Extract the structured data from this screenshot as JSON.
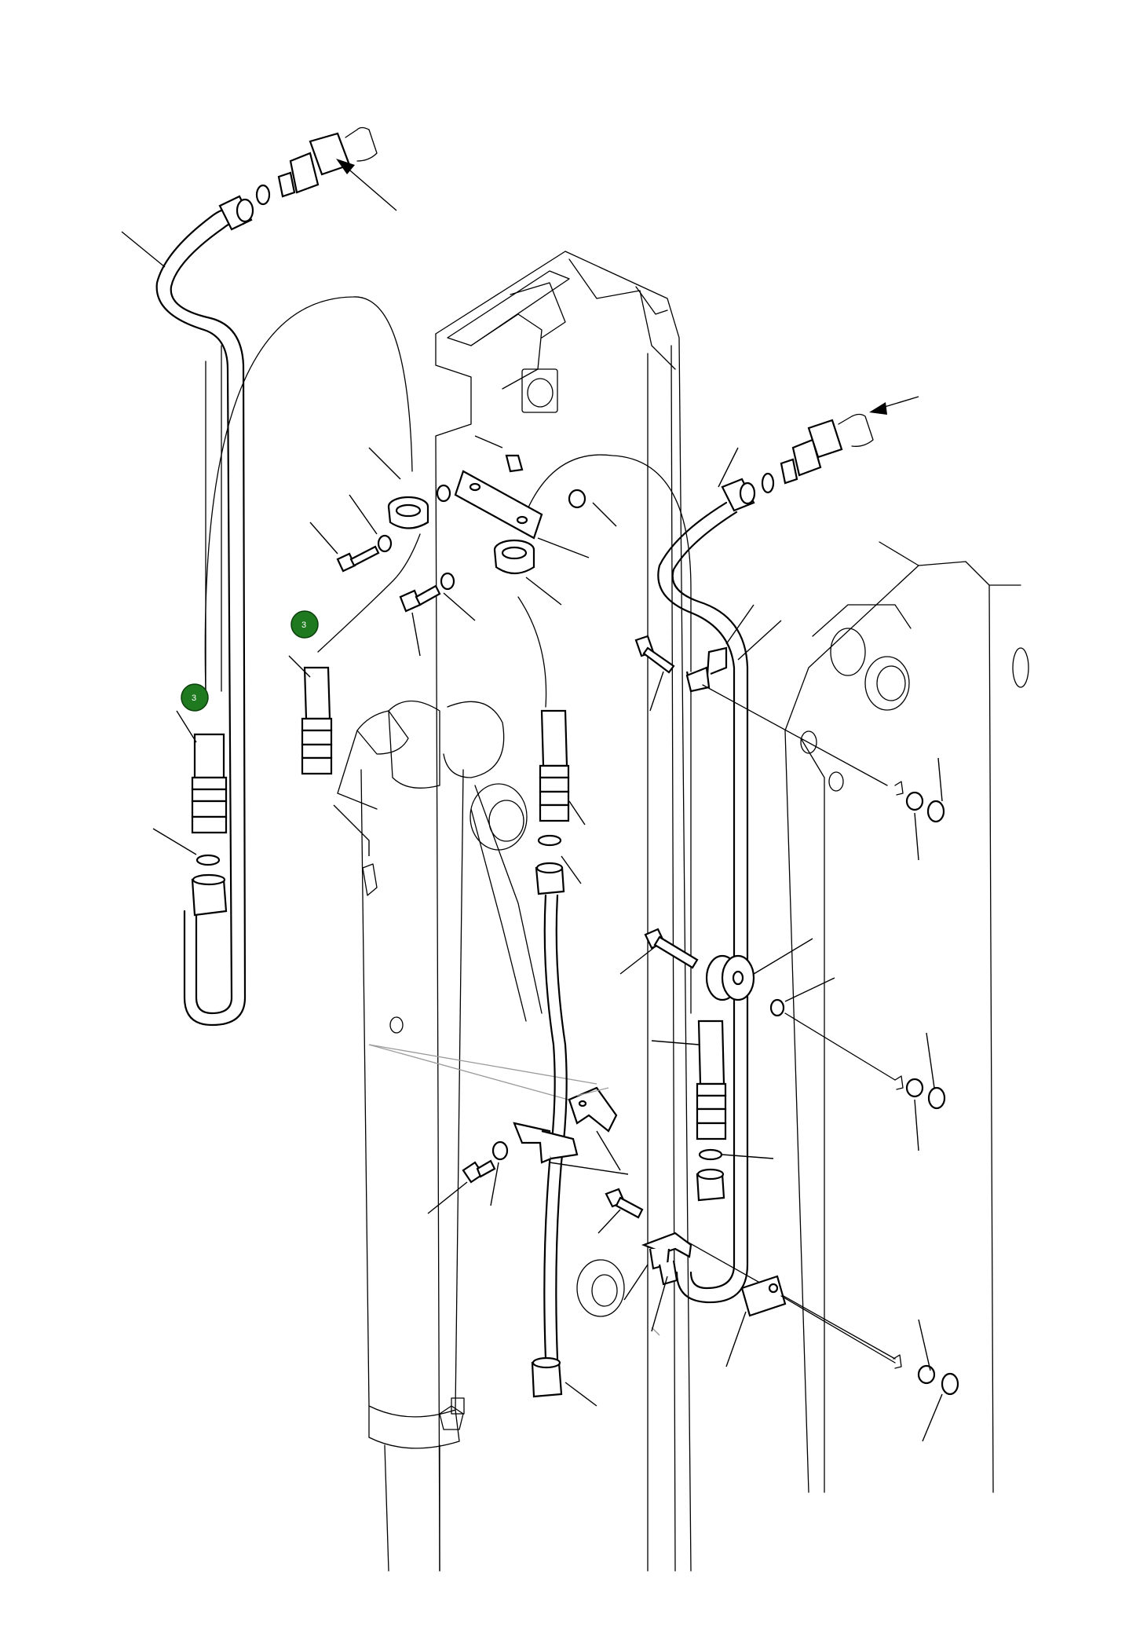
{
  "colors": {
    "line": "#000000",
    "ghost": "#9a9a9a",
    "badge_fill": "#1f7a1f",
    "badge_stroke": "#0b3d0b",
    "background": "#ffffff"
  },
  "badges": [
    {
      "id": "badge-left",
      "label": "3"
    },
    {
      "id": "badge-middle",
      "label": "3"
    }
  ]
}
